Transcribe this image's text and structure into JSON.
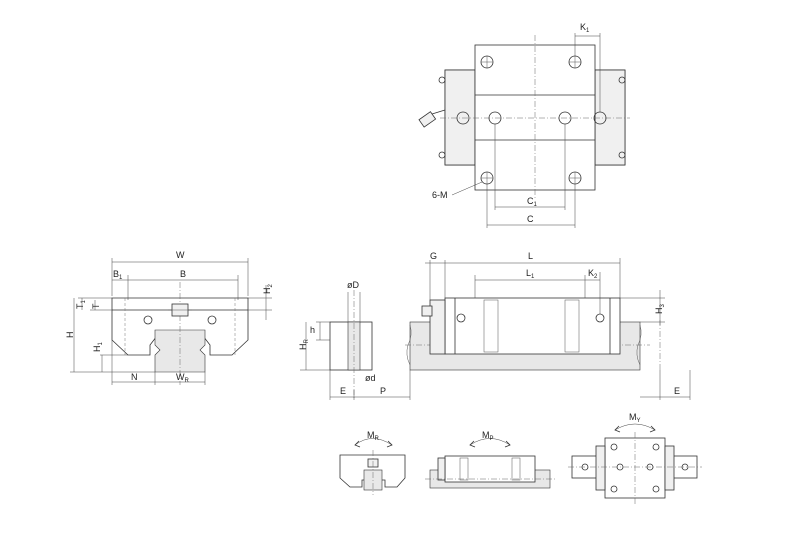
{
  "top_view": {
    "labels": {
      "K1": "K",
      "K1_sub": "1",
      "C1": "C",
      "C1_sub": "1",
      "C": "C",
      "M": "6-M"
    }
  },
  "front_view": {
    "labels": {
      "W": "W",
      "B1": "B",
      "B1_sub": "1",
      "B": "B",
      "T1": "T",
      "T1_sub": "1",
      "T": "T",
      "H2": "H",
      "H2_sub": "2",
      "H": "H",
      "H1": "H",
      "H1_sub": "1",
      "N": "N",
      "WR": "W",
      "WR_sub": "R"
    }
  },
  "side_view": {
    "labels": {
      "G": "G",
      "L": "L",
      "L1": "L",
      "L1_sub": "1",
      "K2": "K",
      "K2_sub": "2",
      "H3": "H",
      "H3_sub": "3",
      "phiD": "øD",
      "h": "h",
      "HR": "H",
      "HR_sub": "R",
      "phid": "ød",
      "E_left": "E",
      "P": "P",
      "E_right": "E"
    }
  },
  "moments": {
    "MR": "M",
    "MR_sub": "R",
    "MP": "M",
    "MP_sub": "P",
    "MY": "M",
    "MY_sub": "Y"
  }
}
